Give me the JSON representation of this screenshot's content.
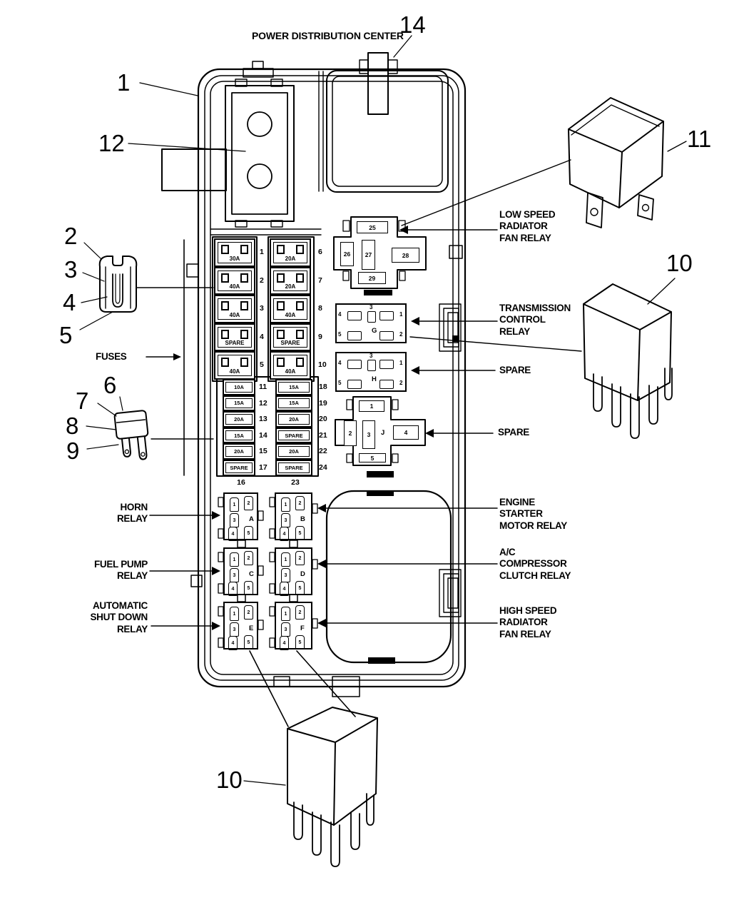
{
  "title": "POWER DISTRIBUTION CENTER",
  "colors": {
    "line": "#000000",
    "background": "#ffffff"
  },
  "callouts": {
    "c1": "1",
    "c2": "2",
    "c3": "3",
    "c4": "4",
    "c5": "5",
    "c6": "6",
    "c7": "7",
    "c8": "8",
    "c9": "9",
    "c10_right": "10",
    "c10_bottom": "10",
    "c11": "11",
    "c12": "12",
    "c14": "14"
  },
  "labels": {
    "fuses": "FUSES",
    "horn": "HORN RELAY",
    "fuel_pump": "FUEL PUMP RELAY",
    "asd": "AUTOMATIC SHUT DOWN RELAY",
    "low_speed": "LOW SPEED RADIATOR FAN RELAY",
    "tcm": "TRANSMISSION CONTROL RELAY",
    "spare_h": "SPARE",
    "spare_j": "SPARE",
    "starter": "ENGINE STARTER MOTOR RELAY",
    "ac": "A/C COMPRESSOR CLUTCH RELAY",
    "high_speed": "HIGH SPEED RADIATOR FAN RELAY"
  },
  "fuse_block": {
    "maxi_left": [
      {
        "slot": "1",
        "amp": "30A"
      },
      {
        "slot": "2",
        "amp": "40A"
      },
      {
        "slot": "3",
        "amp": "40A"
      },
      {
        "slot": "4",
        "amp": "SPARE"
      },
      {
        "slot": "5",
        "amp": "40A"
      }
    ],
    "maxi_right": [
      {
        "slot": "6",
        "amp": "20A"
      },
      {
        "slot": "7",
        "amp": "20A"
      },
      {
        "slot": "8",
        "amp": "40A"
      },
      {
        "slot": "9",
        "amp": "SPARE"
      },
      {
        "slot": "10",
        "amp": "40A"
      }
    ],
    "mini_left": [
      {
        "slot": "11",
        "amp": "10A"
      },
      {
        "slot": "12",
        "amp": "15A"
      },
      {
        "slot": "13",
        "amp": "20A"
      },
      {
        "slot": "14",
        "amp": "15A"
      },
      {
        "slot": "15",
        "amp": "20A"
      },
      {
        "slot": "17",
        "amp": "SPARE"
      }
    ],
    "mini_right": [
      {
        "slot": "18",
        "amp": "15A"
      },
      {
        "slot": "19",
        "amp": "15A"
      },
      {
        "slot": "20",
        "amp": "20A"
      },
      {
        "slot": "21",
        "amp": "SPARE"
      },
      {
        "slot": "22",
        "amp": "20A"
      },
      {
        "slot": "24",
        "amp": "SPARE"
      }
    ],
    "mini_left_footer": "16",
    "mini_right_footer": "23"
  },
  "relay_cluster": {
    "slots": [
      "25",
      "26",
      "27",
      "28",
      "29"
    ]
  },
  "relay_sockets_gh": [
    {
      "letter": "G",
      "terminals": [
        "1",
        "2",
        "3",
        "4",
        "5"
      ]
    },
    {
      "letter": "H",
      "terminals": [
        "1",
        "2",
        "3",
        "4",
        "5"
      ]
    }
  ],
  "relay_socket_j": {
    "letter": "J",
    "terminals": [
      "1",
      "2",
      "3",
      "4",
      "5"
    ]
  },
  "relay_sockets_af": [
    {
      "letter": "A",
      "terminals": [
        "1",
        "2",
        "3",
        "4",
        "5"
      ]
    },
    {
      "letter": "B",
      "terminals": [
        "1",
        "2",
        "3",
        "4",
        "5"
      ]
    },
    {
      "letter": "C",
      "terminals": [
        "1",
        "2",
        "3",
        "4",
        "5"
      ]
    },
    {
      "letter": "D",
      "terminals": [
        "1",
        "2",
        "3",
        "4",
        "5"
      ]
    },
    {
      "letter": "E",
      "terminals": [
        "1",
        "2",
        "3",
        "4",
        "5"
      ]
    },
    {
      "letter": "F",
      "terminals": [
        "1",
        "2",
        "3",
        "4",
        "5"
      ]
    }
  ]
}
